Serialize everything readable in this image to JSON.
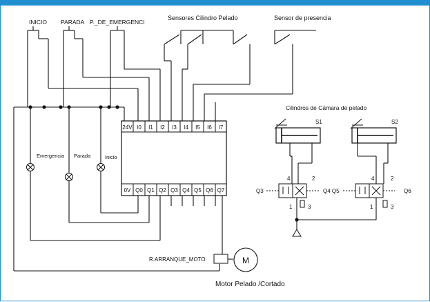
{
  "inputs": {
    "inicio": "INICIO",
    "parada": "PARADA",
    "emergencia": "P._DE_EMERGENCI",
    "sensores": "Sensores Cilindro Pelado",
    "presencia": "Sensor de presencia"
  },
  "plc": {
    "top_terminals": [
      "24V",
      "I0",
      "I1",
      "I2",
      "I3",
      "I4",
      "I5",
      "I6",
      "I7"
    ],
    "bottom_terminals": [
      "0V",
      "Q0",
      "Q1",
      "Q2",
      "Q3",
      "Q4",
      "Q5",
      "Q6",
      "Q7"
    ]
  },
  "lamps": [
    "Emergencia",
    "Parada",
    "Inicio"
  ],
  "relay": "R.ARRANQUE_MOTO",
  "motor_symbol": "M",
  "motor_caption": "Motor Pelado /Cortado",
  "cylinders": {
    "title": "Cilindros de Cámara de pelado",
    "s1": "S1",
    "s2": "S2",
    "q3": "Q3",
    "q4q5": "Q4 Q5",
    "q6": "Q6",
    "ports": [
      "4",
      "2",
      "1",
      "3"
    ]
  }
}
